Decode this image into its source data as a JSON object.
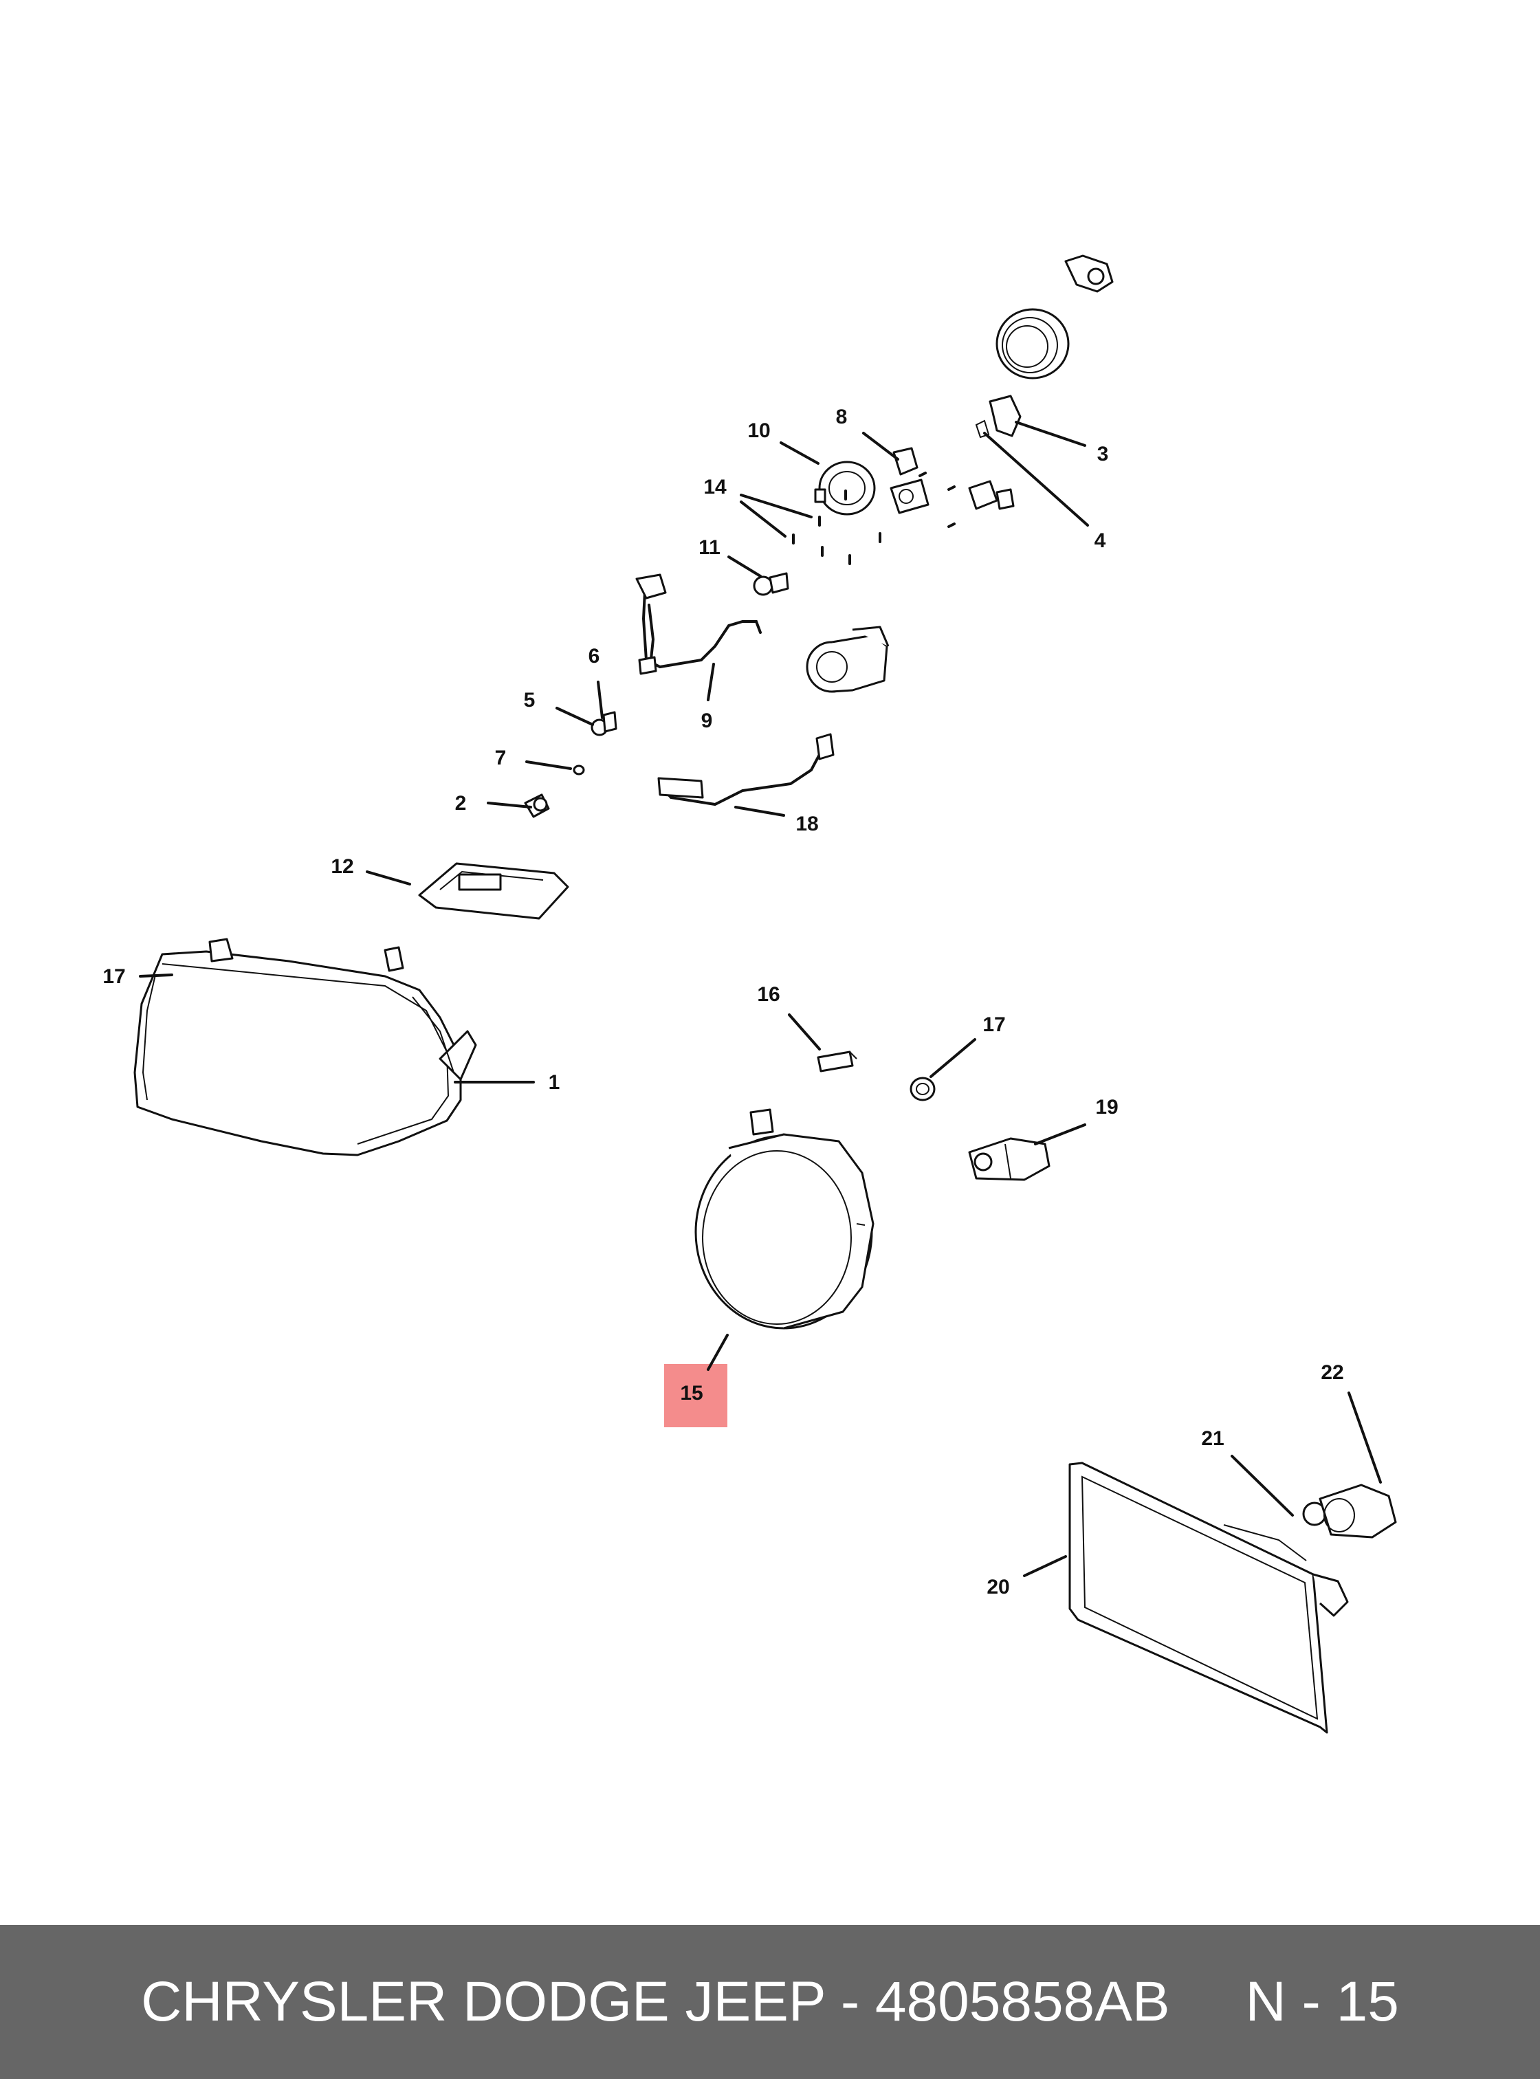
{
  "callouts": [
    {
      "id": "c1",
      "text": "1"
    },
    {
      "id": "c2",
      "text": "2"
    },
    {
      "id": "c3",
      "text": "3"
    },
    {
      "id": "c4",
      "text": "4"
    },
    {
      "id": "c5",
      "text": "5"
    },
    {
      "id": "c6",
      "text": "6"
    },
    {
      "id": "c7",
      "text": "7"
    },
    {
      "id": "c8",
      "text": "8"
    },
    {
      "id": "c9",
      "text": "9"
    },
    {
      "id": "c10",
      "text": "10"
    },
    {
      "id": "c11",
      "text": "11"
    },
    {
      "id": "c12",
      "text": "12"
    },
    {
      "id": "c14",
      "text": "14"
    },
    {
      "id": "c15",
      "text": "15"
    },
    {
      "id": "c16",
      "text": "16"
    },
    {
      "id": "c17a",
      "text": "17"
    },
    {
      "id": "c17b",
      "text": "17"
    },
    {
      "id": "c18",
      "text": "18"
    },
    {
      "id": "c19",
      "text": "19"
    },
    {
      "id": "c20",
      "text": "20"
    },
    {
      "id": "c21",
      "text": "21"
    },
    {
      "id": "c22",
      "text": "22"
    }
  ],
  "highlight": {
    "callout": "15",
    "color": "#f48c8c"
  },
  "footer": {
    "part_text": "CHRYSLER DODGE JEEP - 4805858AB",
    "ref_text": "N - 15",
    "background": "#666666",
    "text_color": "#ffffff"
  }
}
